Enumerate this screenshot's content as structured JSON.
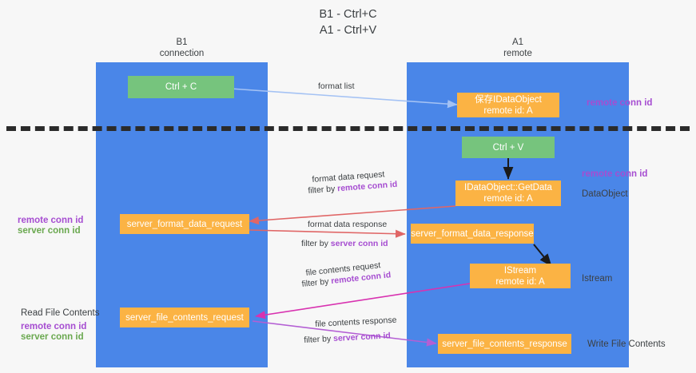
{
  "title": "B1 - Ctrl+C\nA1 - Ctrl+V",
  "lanes": [
    {
      "id": "b1",
      "label": "B1\nconnection"
    },
    {
      "id": "a1",
      "label": "A1\nremote"
    }
  ],
  "nodes": {
    "ctrl_c": {
      "line1": "Ctrl + C",
      "line2": "",
      "color": "#76c47d"
    },
    "save_idataobject": {
      "line1": "保存IDataObject",
      "line2": "remote id: A",
      "color": "#fbb344"
    },
    "ctrl_v": {
      "line1": "Ctrl + V",
      "line2": "",
      "color": "#76c47d"
    },
    "getdata": {
      "line1": "IDataObject::GetData",
      "line2": "remote id: A",
      "color": "#fbb344"
    },
    "server_format_data_request": {
      "line1": "server_format_data_request",
      "line2": "",
      "color": "#fbb344"
    },
    "server_format_data_response": {
      "line1": "server_format_data_response",
      "line2": "",
      "color": "#fbb344"
    },
    "istream": {
      "line1": "IStream",
      "line2": "remote id: A",
      "color": "#fbb344"
    },
    "server_file_contents_request": {
      "line1": "server_file_contents_request",
      "line2": "",
      "color": "#fbb344"
    },
    "server_file_contents_response": {
      "line1": "server_file_contents_response",
      "line2": "",
      "color": "#fbb344"
    }
  },
  "annotations": {
    "right_remote_conn_id_top": "remote conn id",
    "right_remote_conn_id_mid": "remote conn id",
    "right_dataobject": "DataObject",
    "right_istream": "Istream",
    "right_write_file_contents": "Write File Contents",
    "left_remote_conn_id": "remote conn id",
    "left_server_conn_id": "server conn id",
    "left_read_file_contents": "Read File Contents",
    "left_remote_conn_id_2": "remote conn id",
    "left_server_conn_id_2": "server conn id"
  },
  "edges": {
    "format_list": {
      "label": "format list",
      "color": "#a4c2f4"
    },
    "format_data_request": {
      "line1": "format data request",
      "filter_prefix": "filter by ",
      "filter_key": "remote conn id",
      "color": "#e06666"
    },
    "format_data_response": {
      "line1": "format data response",
      "filter_prefix": "filter by ",
      "filter_key": "server conn id",
      "color": "#e06666"
    },
    "file_contents_request": {
      "line1": "file contents request",
      "filter_prefix": "filter by ",
      "filter_key": "remote conn id",
      "color": "#d832b0"
    },
    "file_contents_response": {
      "line1": "file contents response",
      "filter_prefix": "filter by ",
      "filter_key": "server conn id",
      "color": "#b45fd4"
    }
  },
  "colors": {
    "lane": "#4a86e8",
    "green_node": "#76c47d",
    "orange_node": "#fbb344",
    "purple_text": "#a64dd1",
    "green_text": "#6aa84f",
    "divider": "#2b2b2b",
    "background": "#f7f7f7"
  }
}
